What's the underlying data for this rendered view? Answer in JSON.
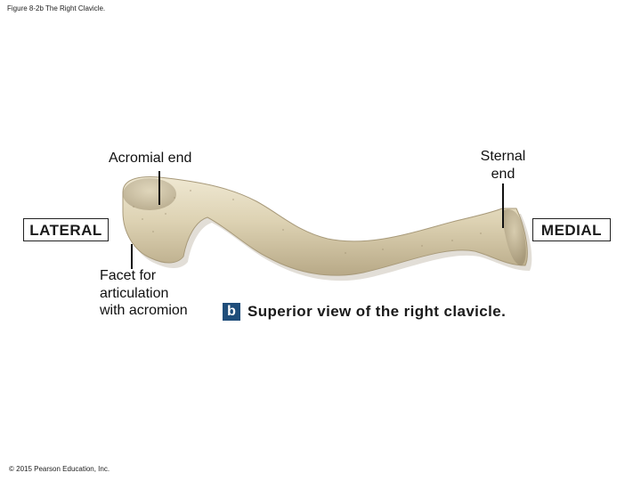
{
  "figure_title": "Figure 8-2b The Right Clavicle.",
  "labels": {
    "acromial_end": "Acromial end",
    "sternal_end": [
      "Sternal",
      "end"
    ],
    "facet": [
      "Facet for",
      "articulation",
      "with acromion"
    ],
    "lateral": "LATERAL",
    "medial": "MEDIAL"
  },
  "caption": {
    "letter": "b",
    "text": "Superior view of the right clavicle."
  },
  "copyright": "© 2015 Pearson Education, Inc.",
  "colors": {
    "bone_main": "#ddd2b3",
    "bone_shadow": "#a8997a",
    "bone_highlight": "#efe8d2",
    "caption_letter_bg": "#1f4d7a",
    "leader_line": "#111111"
  }
}
